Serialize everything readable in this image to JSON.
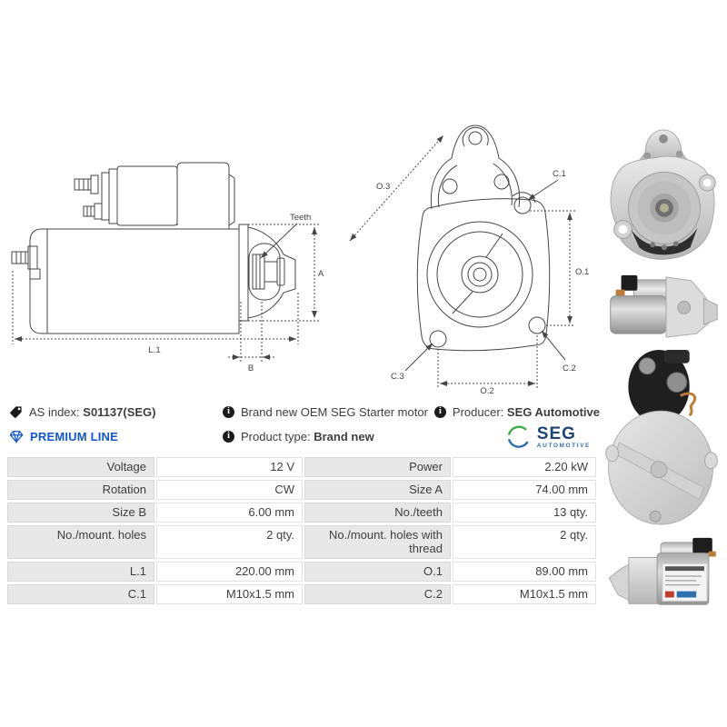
{
  "header": {
    "as_index": {
      "label": "AS index:",
      "value": "S01137(SEG)"
    },
    "premium_line": "PREMIUM LINE",
    "info_brand": "Brand new OEM SEG Starter motor",
    "product_type": {
      "label": "Product type:",
      "value": "Brand new"
    },
    "producer": {
      "label": "Producer:",
      "value": "SEG Automotive"
    },
    "logo": {
      "name": "SEG",
      "sub": "AUTOMOTIVE"
    }
  },
  "icons": {
    "as_index": "tag-icon",
    "premium_line": "diamond-icon",
    "info": "info-icon",
    "info_glyph": "i"
  },
  "drawings": {
    "side_view": {
      "teeth": "Teeth",
      "a": "A",
      "l1": "L.1",
      "b": "B"
    },
    "front_view": {
      "o1": "O.1",
      "o2": "O.2",
      "o3": "O.3",
      "c1": "C.1",
      "c2": "C.2",
      "c3": "C.3"
    }
  },
  "spec_table": {
    "rows": [
      {
        "label_left": "Voltage",
        "value_left": "12 V",
        "label_right": "Power",
        "value_right": "2.20 kW"
      },
      {
        "label_left": "Rotation",
        "value_left": "CW",
        "label_right": "Size A",
        "value_right": "74.00 mm"
      },
      {
        "label_left": "Size B",
        "value_left": "6.00 mm",
        "label_right": "No./teeth",
        "value_right": "13 qty."
      },
      {
        "label_left": "No./mount. holes",
        "value_left": "2 qty.",
        "label_right": "No./mount. holes with thread",
        "value_right": "2 qty."
      },
      {
        "label_left": "L.1",
        "value_left": "220.00 mm",
        "label_right": "O.1",
        "value_right": "89.00 mm"
      },
      {
        "label_left": "C.1",
        "value_left": "M10x1.5 mm",
        "label_right": "C.2",
        "value_right": "M10x1.5 mm"
      }
    ]
  },
  "colors": {
    "premium_blue": "#1157cf",
    "seg_navy": "#1e4472",
    "seg_green": "#3fae49",
    "seg_blue": "#2e6fad",
    "label_cell_bg": "#e8e8e8",
    "text": "#3e3e3e",
    "drawing_line": "#464646"
  }
}
